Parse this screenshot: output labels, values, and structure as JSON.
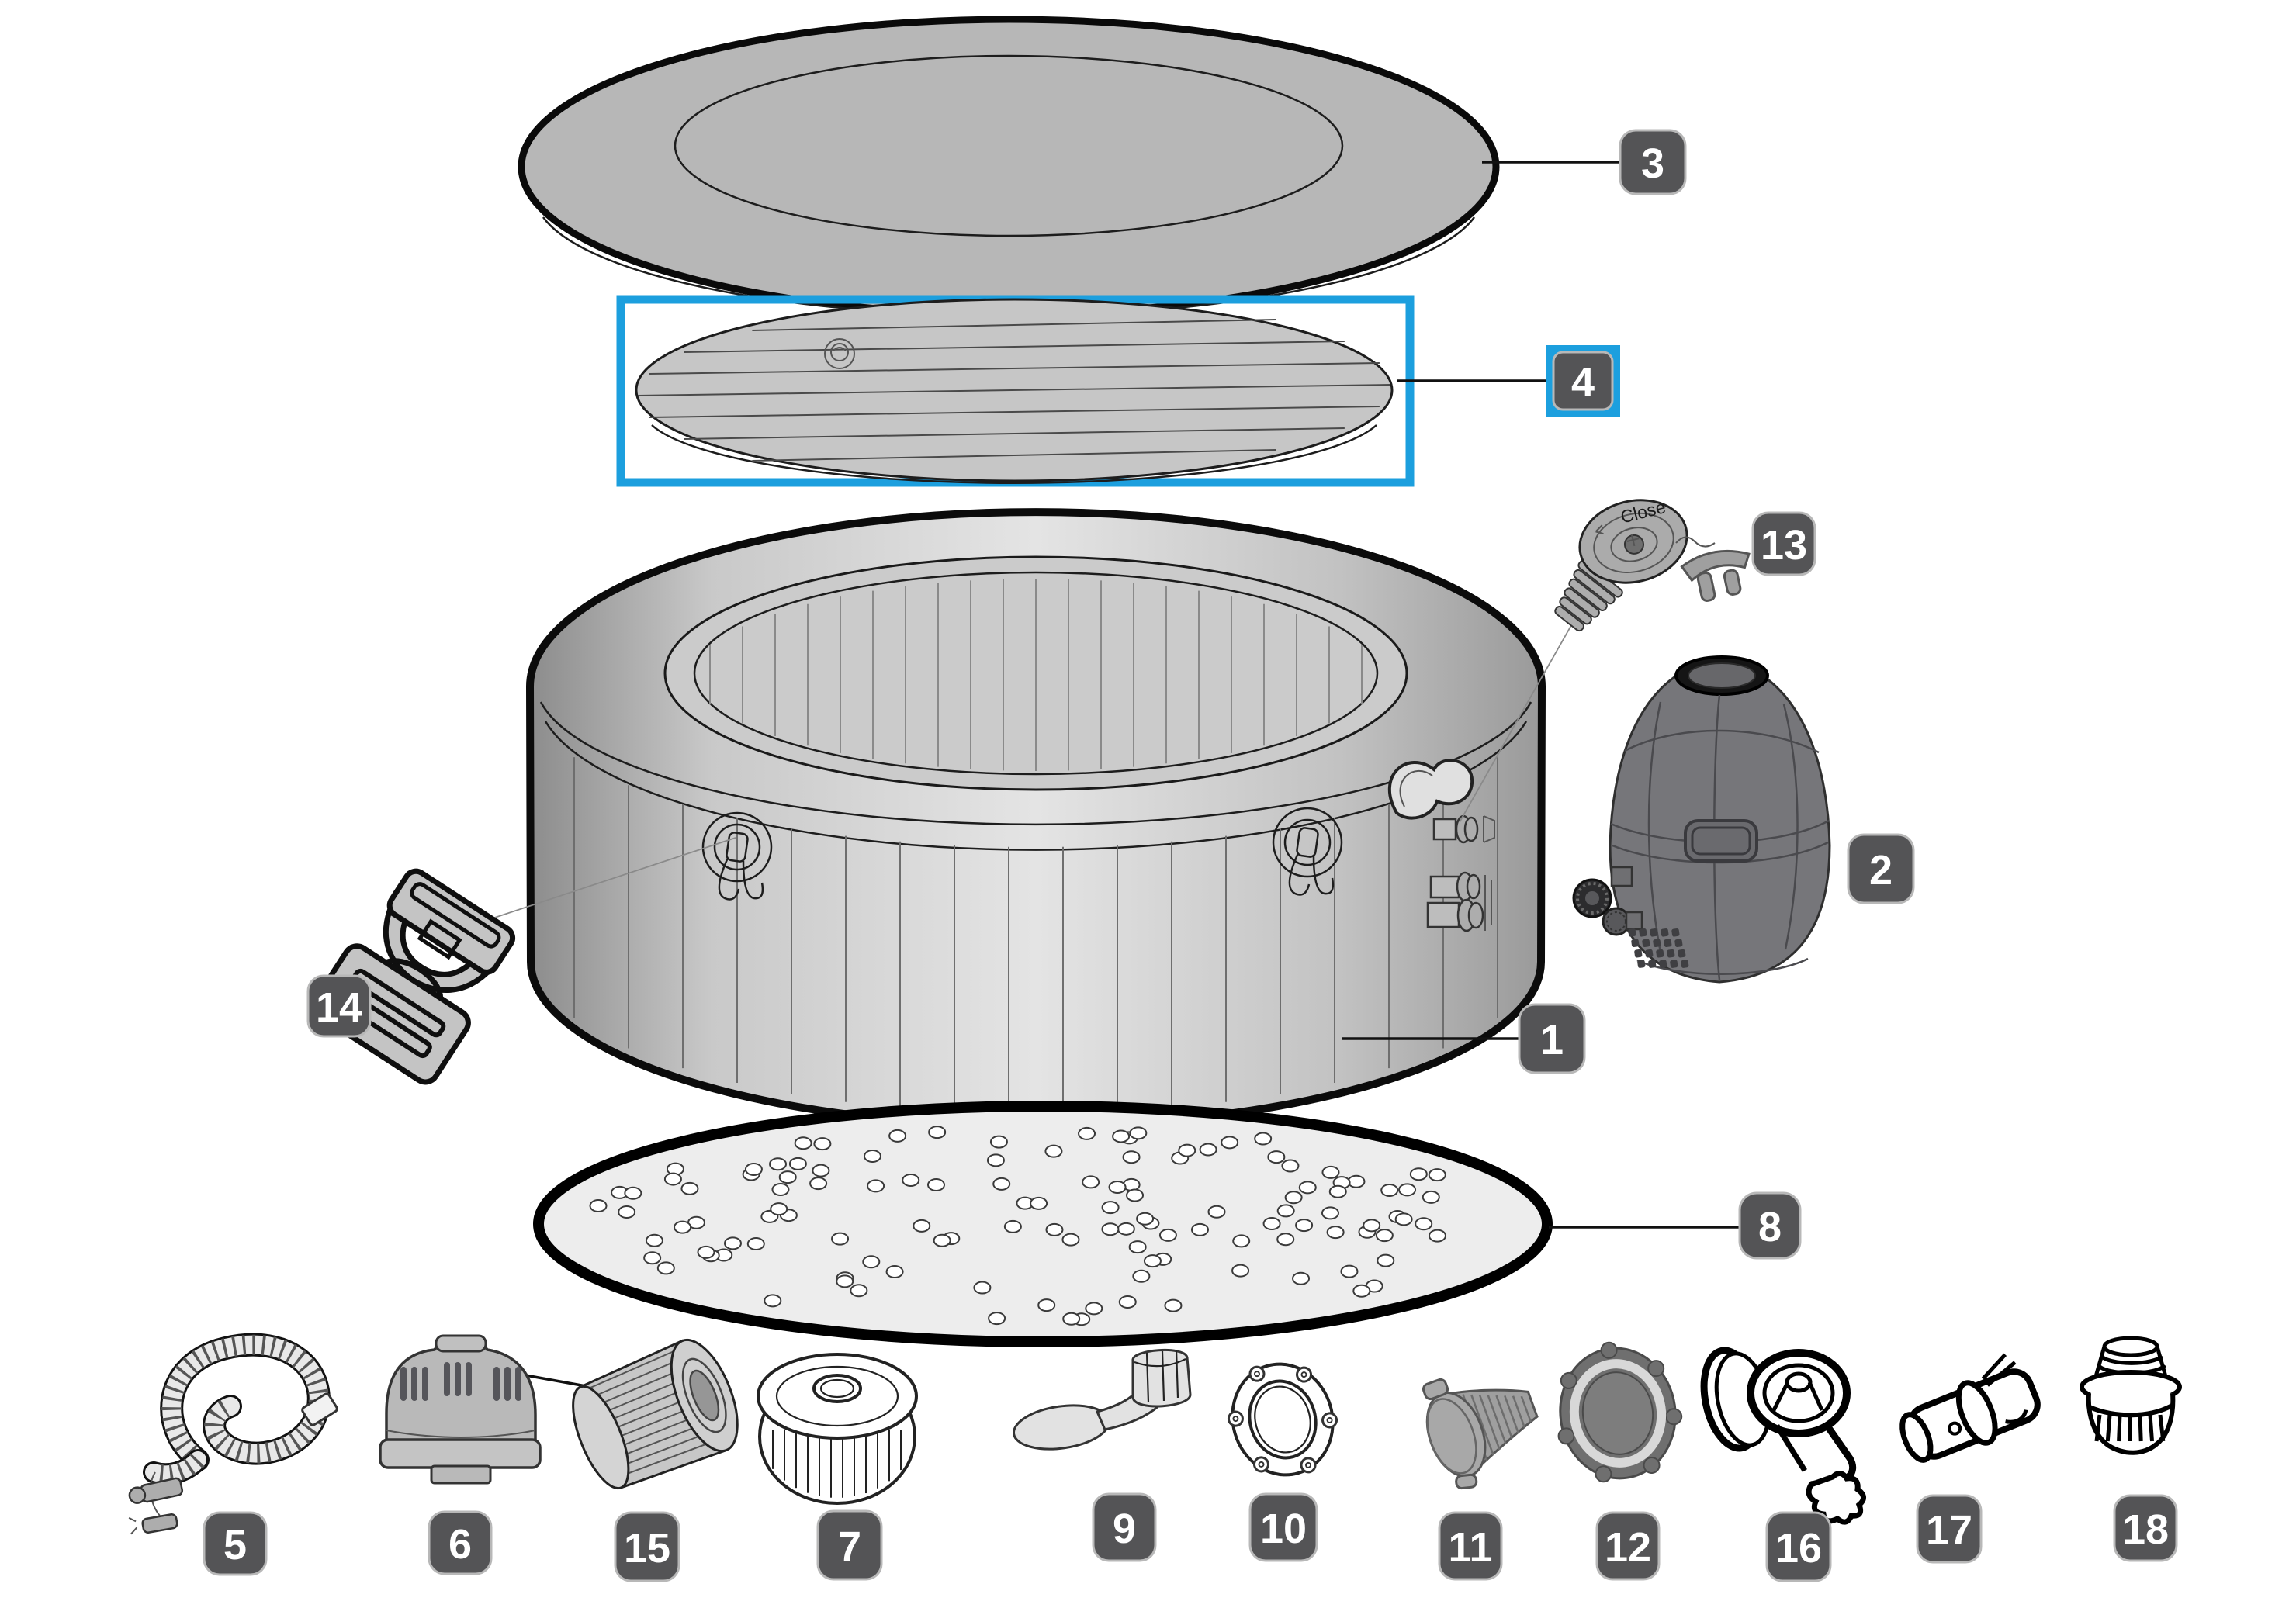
{
  "diagram": {
    "accent_color": "#1C9FDE",
    "callout_bg_color": "#545456",
    "callout_text_color": "#FFFFFF",
    "selected_callout": "4"
  },
  "callouts": [
    {
      "num": "1",
      "selected": false
    },
    {
      "num": "2",
      "selected": false
    },
    {
      "num": "3",
      "selected": false
    },
    {
      "num": "4",
      "selected": true
    },
    {
      "num": "5",
      "selected": false
    },
    {
      "num": "6",
      "selected": false
    },
    {
      "num": "7",
      "selected": false
    },
    {
      "num": "8",
      "selected": false
    },
    {
      "num": "9",
      "selected": false
    },
    {
      "num": "10",
      "selected": false
    },
    {
      "num": "11",
      "selected": false
    },
    {
      "num": "12",
      "selected": false
    },
    {
      "num": "13",
      "selected": false
    },
    {
      "num": "14",
      "selected": false
    },
    {
      "num": "15",
      "selected": false
    },
    {
      "num": "16",
      "selected": false
    },
    {
      "num": "17",
      "selected": false
    },
    {
      "num": "18",
      "selected": false
    }
  ],
  "texts": {
    "valve_close": "Close"
  }
}
